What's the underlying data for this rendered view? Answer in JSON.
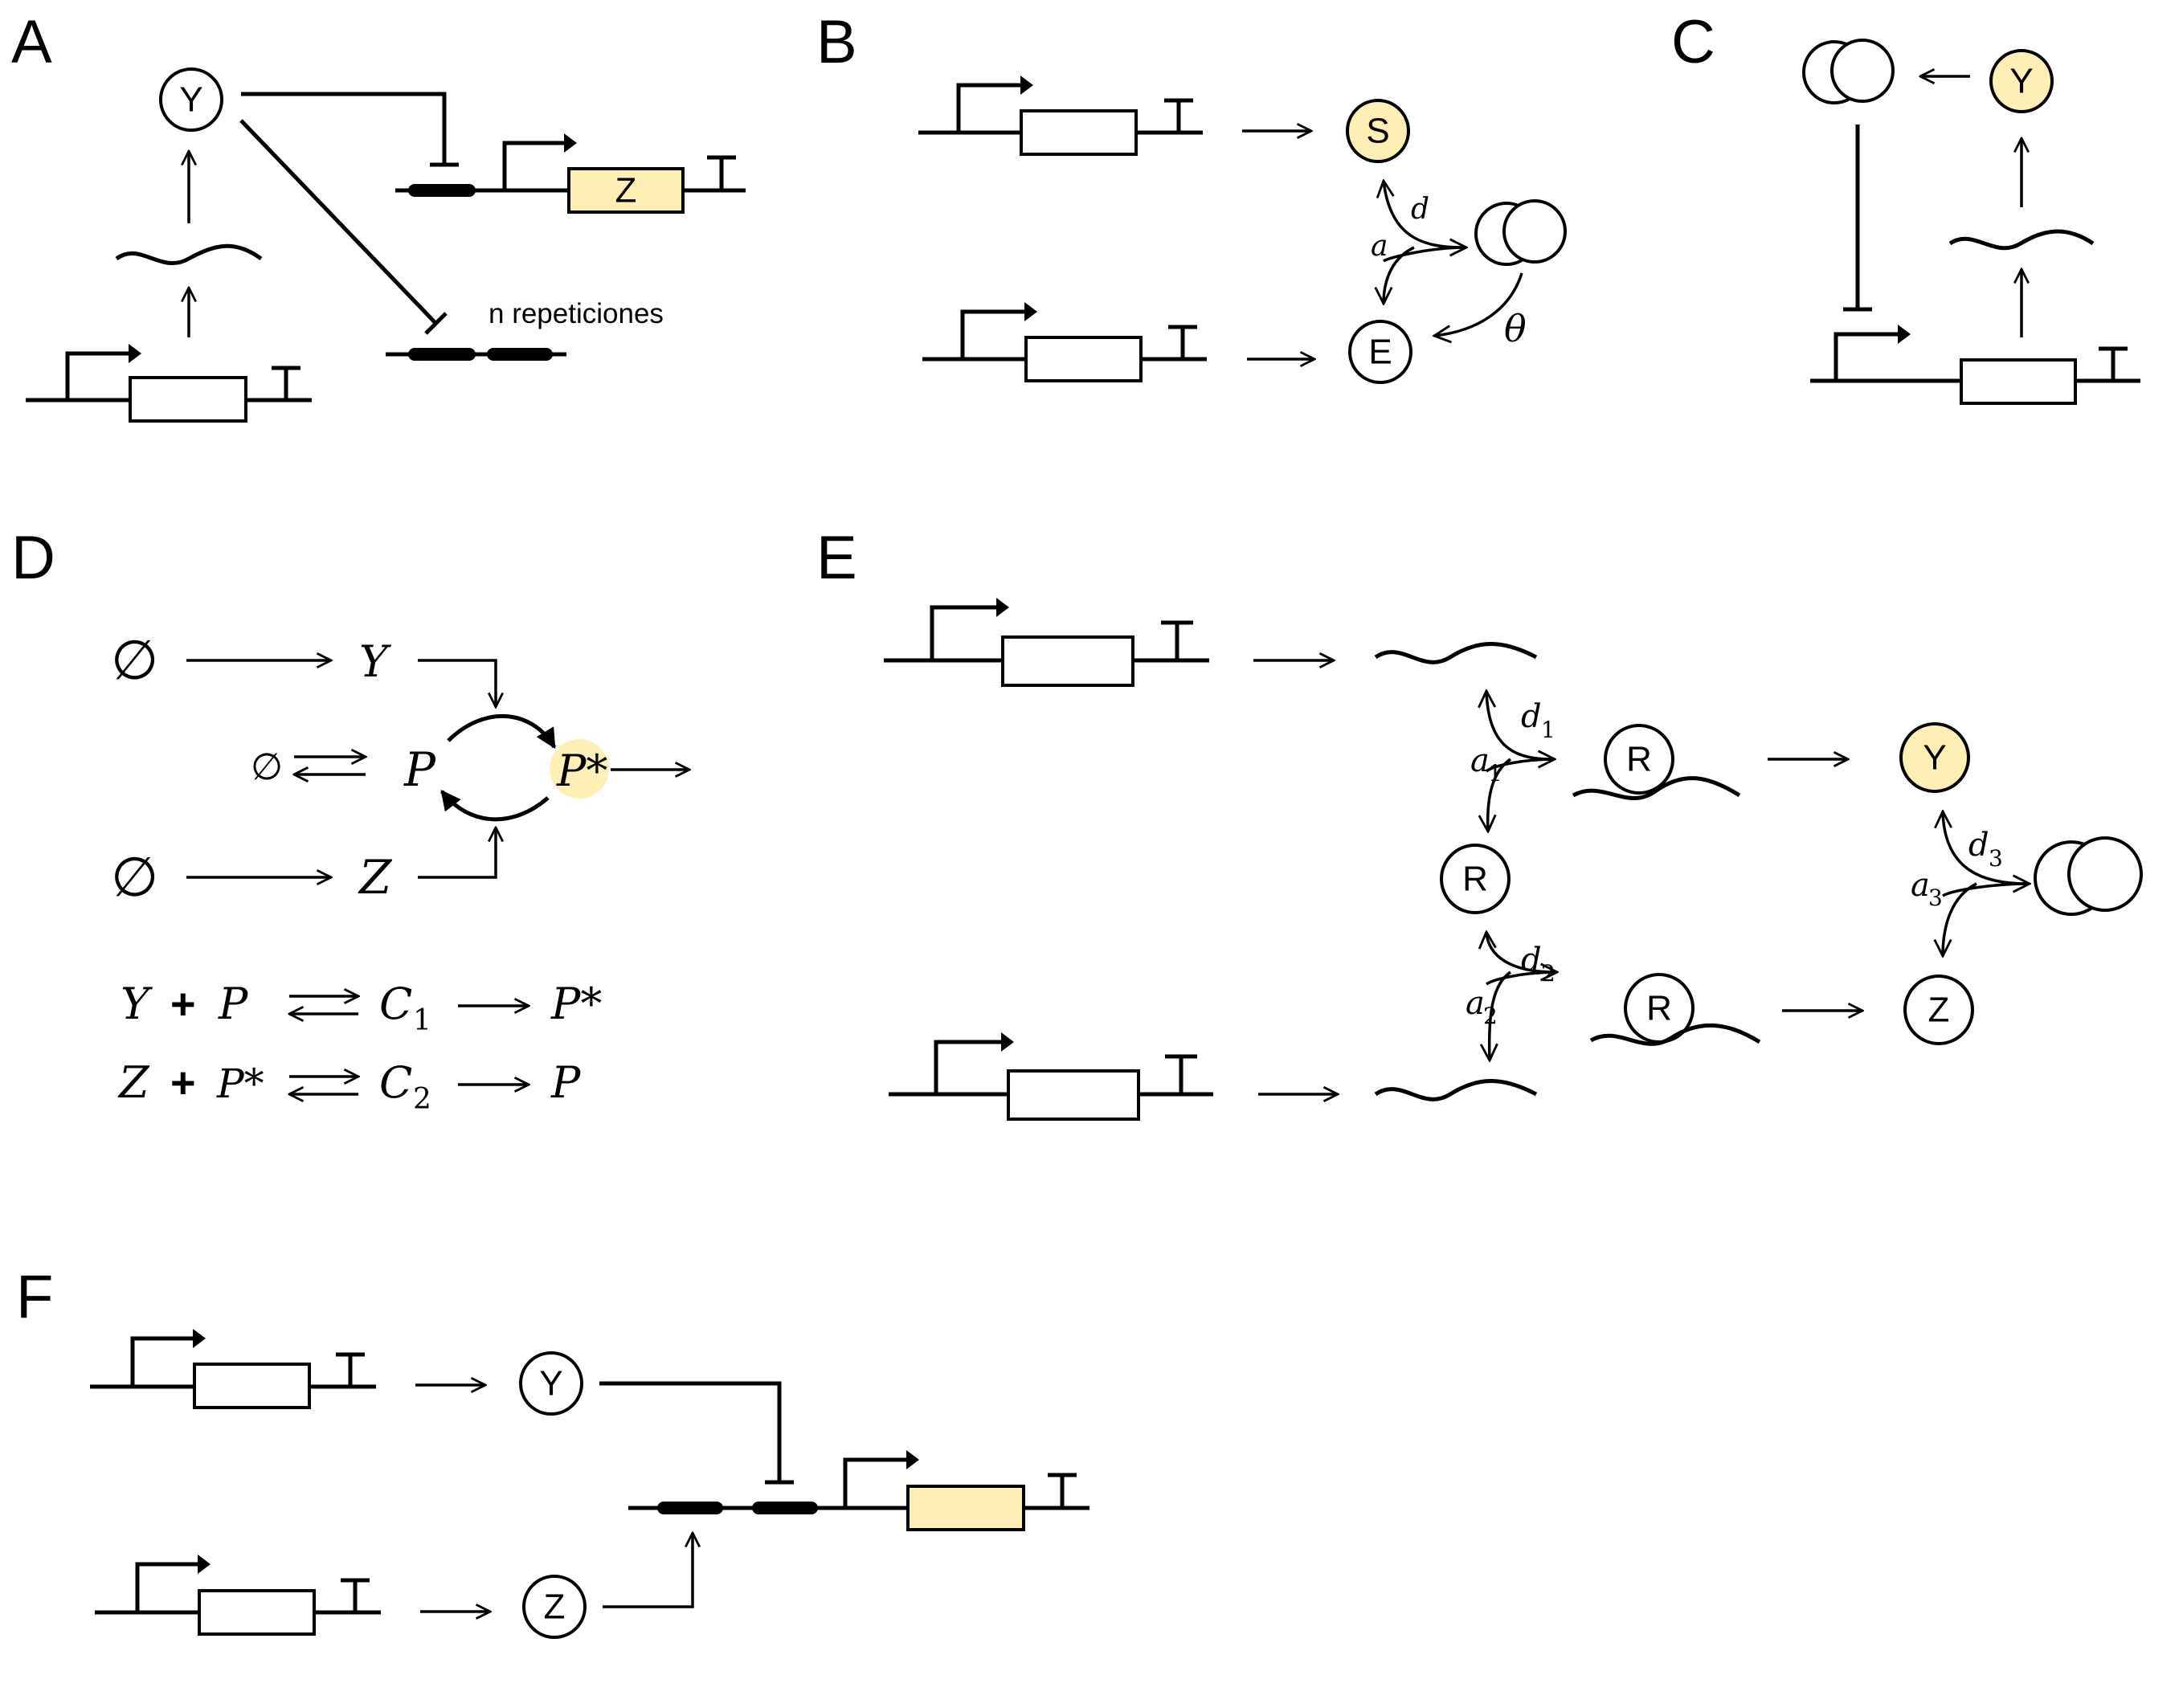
{
  "panels": {
    "A": {
      "label": "A",
      "node_y": "Y",
      "gene_z": "Z",
      "repeats_text": "n repeticiones"
    },
    "B": {
      "label": "B",
      "node_s": "S",
      "node_e": "E",
      "rate_d": "d",
      "rate_a": "a",
      "rate_theta": "θ"
    },
    "C": {
      "label": "C",
      "node_y": "Y"
    },
    "D": {
      "label": "D",
      "empty_set": "∅",
      "species_y": "Y",
      "species_z": "Z",
      "species_p": "P",
      "species_pstar": "P*",
      "reaction1": {
        "lhs_a": "Y",
        "plus": "+",
        "lhs_b": "P",
        "complex": "C",
        "complex_sub": "1",
        "product": "P*"
      },
      "reaction2": {
        "lhs_a": "Z",
        "plus": "+",
        "lhs_b": "P*",
        "complex": "C",
        "complex_sub": "2",
        "product": "P"
      }
    },
    "E": {
      "label": "E",
      "node_r": "R",
      "node_y": "Y",
      "node_z": "Z",
      "rate_d1": "d",
      "rate_d1_sub": "1",
      "rate_a1": "a",
      "rate_a1_sub": "1",
      "rate_d2": "d",
      "rate_d2_sub": "2",
      "rate_a2": "a",
      "rate_a2_sub": "2",
      "rate_d3": "d",
      "rate_d3_sub": "3",
      "rate_a3": "a",
      "rate_a3_sub": "3"
    },
    "F": {
      "label": "F",
      "node_y": "Y",
      "node_z": "Z"
    }
  },
  "colors": {
    "highlight": "#fdefb6",
    "line": "#000000"
  }
}
